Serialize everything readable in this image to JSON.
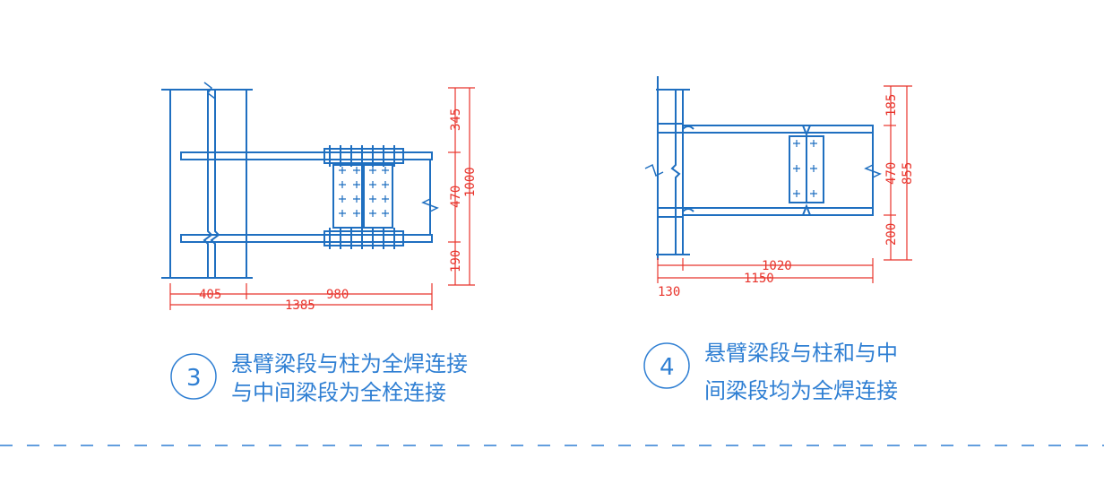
{
  "colors": {
    "structure": "#1f6fc0",
    "dimension": "#e8342c",
    "caption": "#2f7fd3",
    "separator": "#2f7fd3"
  },
  "diagram3": {
    "number": "3",
    "caption_line1": "悬臂梁段与柱为全焊连接",
    "caption_line2": "与中间梁段为全栓连接",
    "dims": {
      "a": "405",
      "b": "980",
      "c": "1385",
      "d": "345",
      "e": "470",
      "f": "190",
      "g": "1000"
    }
  },
  "diagram4": {
    "number": "4",
    "caption_line1": "悬臂梁段与柱和与中",
    "caption_line2": "间梁段均为全焊连接",
    "dims": {
      "a": "1020",
      "b": "1150",
      "c": "130",
      "d": "185",
      "e": "470",
      "f": "200",
      "g": "855"
    }
  }
}
